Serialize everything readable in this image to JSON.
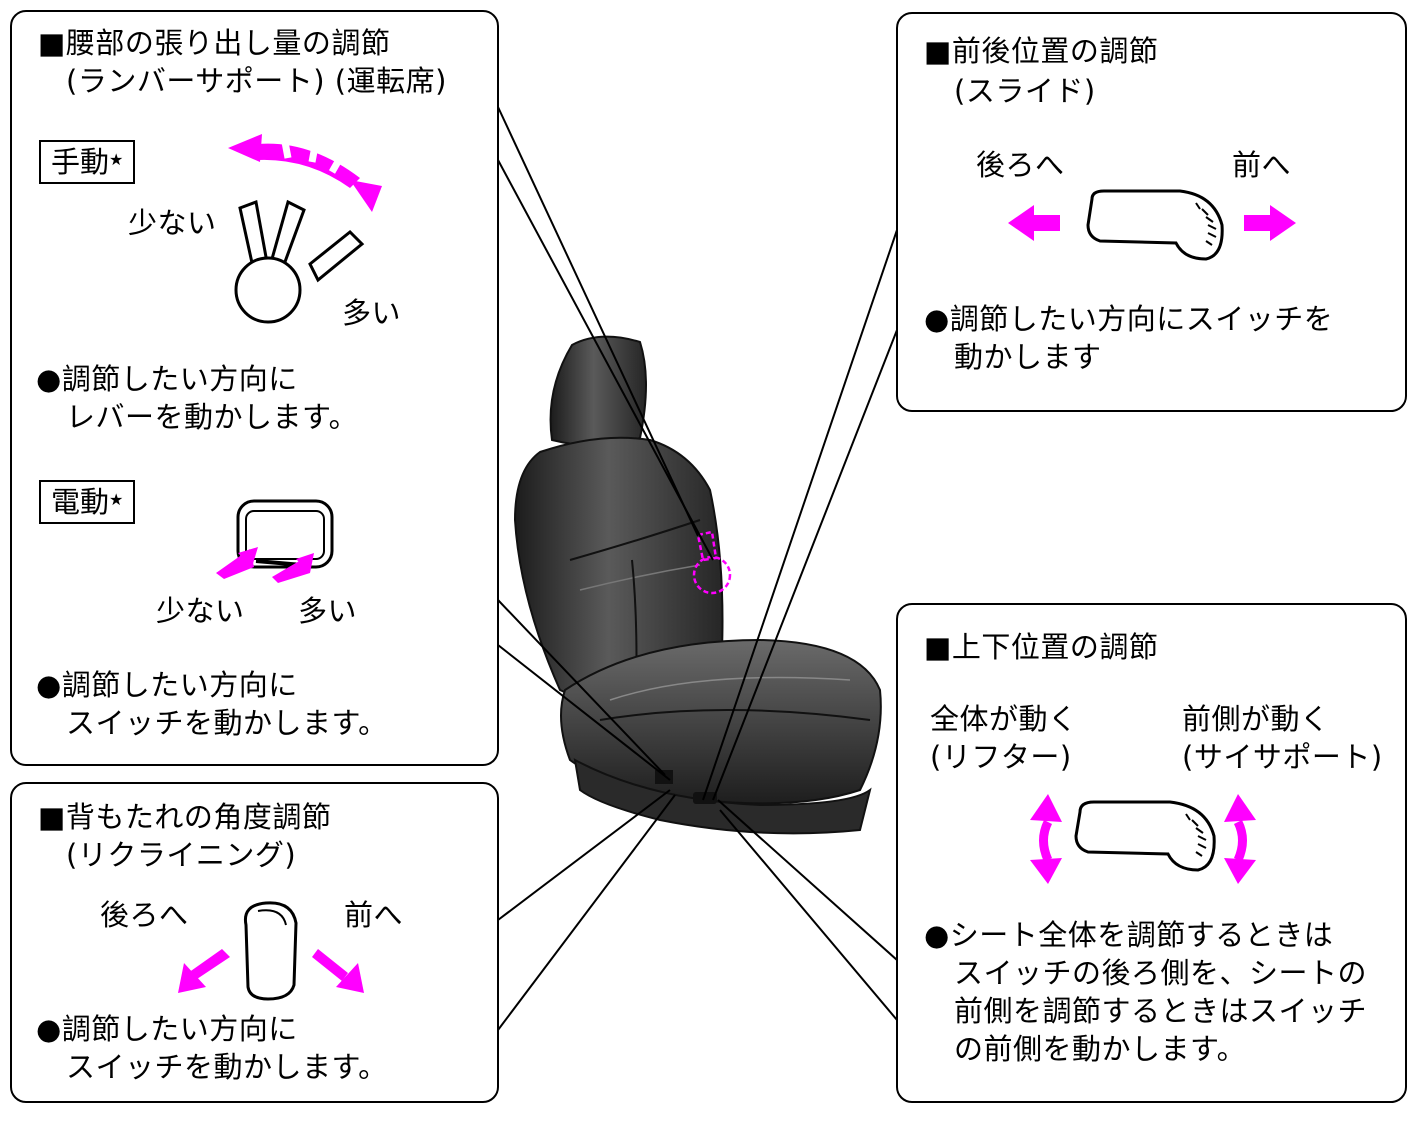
{
  "colors": {
    "accent": "#ff00ff",
    "line": "#000000",
    "seat_dark": "#2e2e2e"
  },
  "lumbar": {
    "title_line1": "■腰部の張り出し量の調節",
    "title_line2": "(ランバーサポート) (運転席)",
    "manual": {
      "label": "手動",
      "star": "★",
      "less": "少ない",
      "more": "多い",
      "desc_line1": "●調節したい方向に",
      "desc_line2": "レバーを動かします。"
    },
    "power": {
      "label": "電動",
      "star": "★",
      "less": "少ない",
      "more": "多い",
      "desc_line1": "●調節したい方向に",
      "desc_line2": "スイッチを動かします。"
    }
  },
  "recline": {
    "title_line1": "■背もたれの角度調節",
    "title_line2": "(リクライニング)",
    "back": "後ろへ",
    "front": "前へ",
    "desc_line1": "●調節したい方向に",
    "desc_line2": "スイッチを動かします。"
  },
  "slide": {
    "title_line1": "■前後位置の調節",
    "title_line2": "(スライド)",
    "back": "後ろへ",
    "front": "前へ",
    "desc_line1": "●調節したい方向にスイッチを",
    "desc_line2": "動かします"
  },
  "height": {
    "title": "■上下位置の調節",
    "whole_line1": "全体が動く",
    "whole_line2": "(リフター)",
    "front_line1": "前側が動く",
    "front_line2": "(サイサポート)",
    "desc_line1": "●シート全体を調節するときは",
    "desc_line2": "スイッチの後ろ側を、シートの",
    "desc_line3": "前側を調節するときはスイッチ",
    "desc_line4": "の前側を動かします。"
  }
}
